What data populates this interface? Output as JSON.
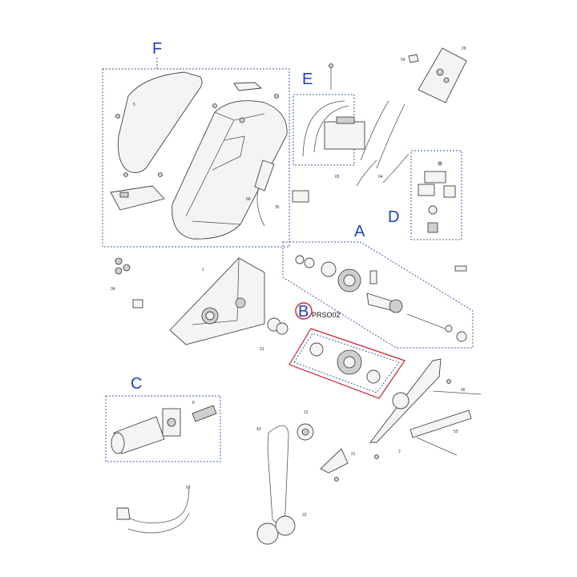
{
  "groups": {
    "a": "A",
    "b": "B",
    "c": "C",
    "d": "D",
    "e": "E",
    "f": "F"
  },
  "kit_code": "PRSO02",
  "colors": {
    "group_label": "#1f3fbf",
    "group_box": "#3a5bb0",
    "highlight_box": "#d02030",
    "highlight_circle": "#d02030"
  },
  "part_numbers": {
    "p1": "1",
    "p2": "2",
    "p5": "5",
    "p8": "8",
    "p12": "12",
    "p21": "21",
    "p22": "22",
    "p29": "29",
    "p31": "31",
    "p34": "34",
    "p35": "35",
    "p43": "43",
    "p54": "54",
    "p55": "55",
    "p64": "64",
    "p65": "65",
    "p66": "66",
    "p67": "67",
    "p68": "68"
  }
}
